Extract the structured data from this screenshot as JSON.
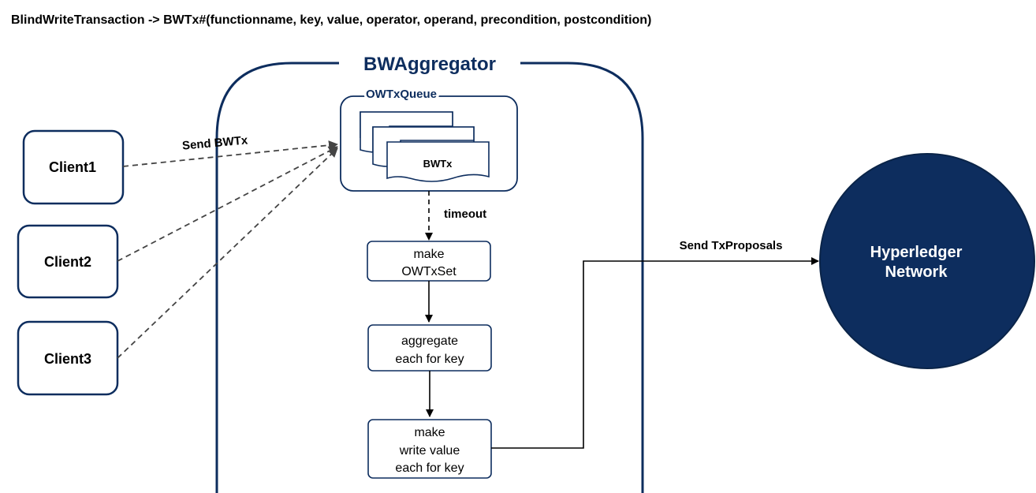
{
  "header": {
    "formula": "BlindWriteTransaction -> BWTx#(functionname, key, value, operator, operand, precondition, postcondition)"
  },
  "aggregator": {
    "title": "BWAggregator",
    "queue_label": "OWTxQueue",
    "queue_item": "BWTx"
  },
  "clients": [
    "Client1",
    "Client2",
    "Client3"
  ],
  "edges": {
    "send_bwtx": "Send BWTx",
    "timeout": "timeout",
    "send_proposals": "Send TxProposals"
  },
  "steps": [
    [
      "make",
      "OWTxSet"
    ],
    [
      "aggregate",
      "each for key"
    ],
    [
      "make",
      "write value",
      "each for key"
    ]
  ],
  "network": [
    "Hyperledger",
    "Network"
  ],
  "colors": {
    "navy": "#0d2d5e",
    "stroke": "#0d2d5e",
    "line": "#000000",
    "dashed": "#444444"
  }
}
